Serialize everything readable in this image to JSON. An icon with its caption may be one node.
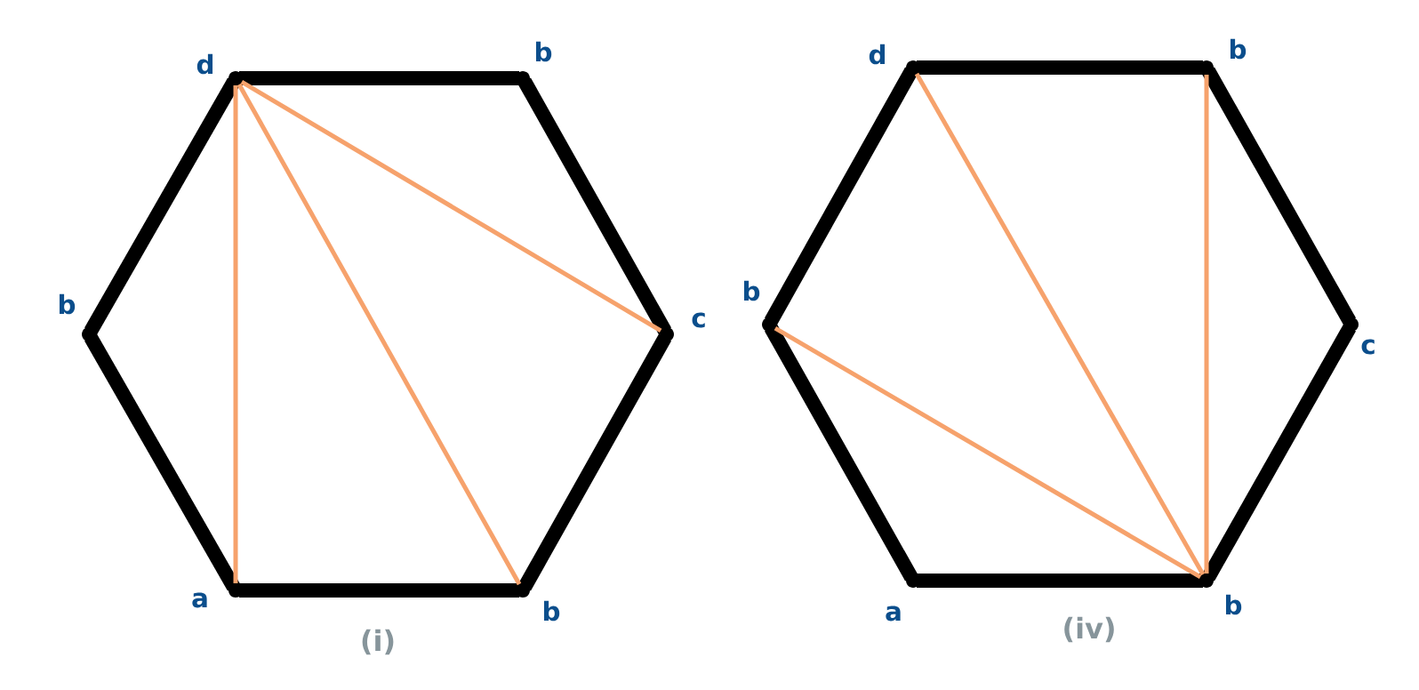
{
  "diagram": {
    "nodes": [
      {
        "text": [],
        "shape": "point",
        "beside": [
          "d"
        ]
      },
      {
        "text": [],
        "shape": "point",
        "beside": [
          "b"
        ]
      },
      {
        "text": [],
        "shape": "point",
        "beside": [
          "c"
        ]
      },
      {
        "text": [],
        "shape": "point",
        "beside": [
          "b"
        ]
      },
      {
        "text": [],
        "shape": "point",
        "beside": [
          "a"
        ]
      },
      {
        "text": [],
        "shape": "point",
        "beside": [
          "b"
        ]
      },
      {
        "text": [],
        "shape": "point",
        "beside": [
          "d"
        ]
      },
      {
        "text": [],
        "shape": "point",
        "beside": [
          "b"
        ]
      },
      {
        "text": [],
        "shape": "point",
        "beside": [
          "c"
        ]
      },
      {
        "text": [],
        "shape": "point",
        "beside": [
          "b"
        ]
      },
      {
        "text": [],
        "shape": "point",
        "beside": [
          "a"
        ]
      },
      {
        "text": [],
        "shape": "point",
        "beside": [
          "b"
        ]
      }
    ],
    "edges": [
      {
        "from": 0,
        "to": 1,
        "arrow": "none"
      },
      {
        "from": 1,
        "to": 2,
        "arrow": "none"
      },
      {
        "from": 2,
        "to": 3,
        "arrow": "none"
      },
      {
        "from": 3,
        "to": 4,
        "arrow": "none"
      },
      {
        "from": 4,
        "to": 5,
        "arrow": "none"
      },
      {
        "from": 5,
        "to": 0,
        "arrow": "none"
      },
      {
        "from": 0,
        "to": 4,
        "arrow": "none",
        "color": "#f6a26c"
      },
      {
        "from": 0,
        "to": 3,
        "arrow": "none",
        "color": "#f6a26c"
      },
      {
        "from": 0,
        "to": 2,
        "arrow": "none",
        "color": "#f6a26c"
      },
      {
        "from": 6,
        "to": 7,
        "arrow": "none"
      },
      {
        "from": 7,
        "to": 8,
        "arrow": "none"
      },
      {
        "from": 8,
        "to": 9,
        "arrow": "none"
      },
      {
        "from": 9,
        "to": 10,
        "arrow": "none"
      },
      {
        "from": 10,
        "to": 11,
        "arrow": "none"
      },
      {
        "from": 11,
        "to": 6,
        "arrow": "none"
      },
      {
        "from": 9,
        "to": 6,
        "arrow": "none",
        "color": "#f6a26c"
      },
      {
        "from": 9,
        "to": 7,
        "arrow": "none",
        "color": "#f6a26c"
      },
      {
        "from": 9,
        "to": 11,
        "arrow": "none",
        "color": "#f6a26c"
      }
    ],
    "labels": [
      "(i)",
      "(iv)"
    ]
  }
}
